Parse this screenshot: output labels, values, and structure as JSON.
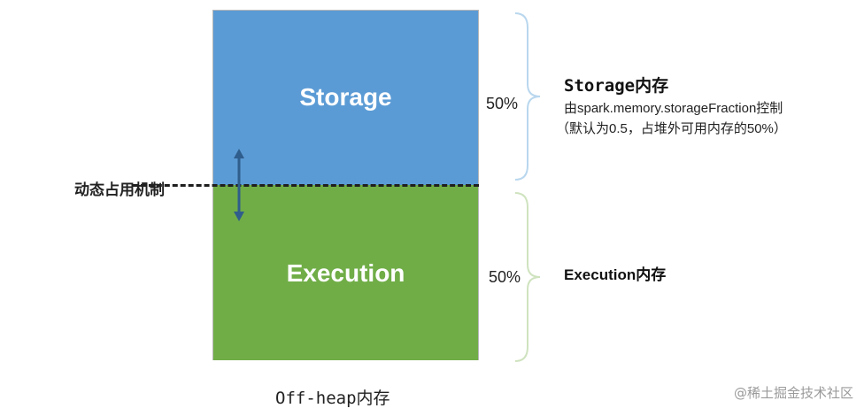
{
  "diagram": {
    "storage_region_label": "Storage",
    "execution_region_label": "Execution",
    "dynamic_label": "动态占用机制",
    "storage_percent": "50%",
    "execution_percent": "50%",
    "storage_title": "Storage内存",
    "storage_line_1": "由spark.memory.storageFraction控制",
    "storage_line_2": "（默认为0.5，占堆外可用内存的50%）",
    "execution_title": "Execution内存",
    "caption": "Off-heap内存"
  },
  "watermark": "@稀土掘金技术社区",
  "colors": {
    "storage": "#5b9bd5",
    "execution": "#70ad47",
    "arrow": "#2f5d8c",
    "brace": "#b9d7ee",
    "brace_bottom": "#cfe3bf"
  }
}
